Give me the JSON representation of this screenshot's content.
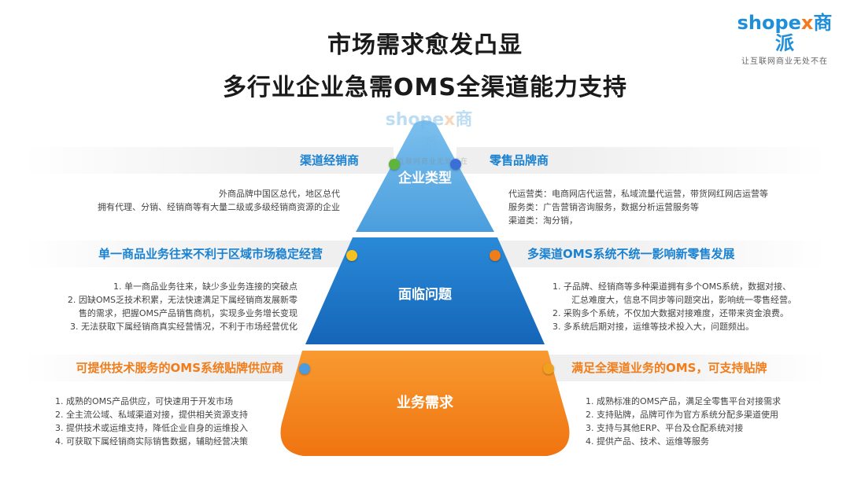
{
  "title_line1": "市场需求愈发凸显",
  "title_line2": "多行业企业急需OMS全渠道能力支持",
  "logo": {
    "brand_a": "shope",
    "brand_x": "x",
    "brand_b": "商派",
    "slogan": "让互联网商业无处不在"
  },
  "watermark": {
    "brand_a": "shope",
    "brand_x": "x",
    "brand_b": "商派",
    "slogan": "让互联网商业无处不在"
  },
  "pyramid": {
    "top": "企业类型",
    "middle": "面临问题",
    "bottom": "业务需求"
  },
  "colors": {
    "top_tier": "#52a7e0",
    "middle_tier": "#1f7fd0",
    "bottom_tier": "#f5881f",
    "dot_green": "#5fb43a",
    "dot_blue": "#3a6fd8",
    "dot_yellow": "#f5c21f",
    "dot_orange": "#f07d1a",
    "dot_lightblue": "#4a9be0",
    "dot_gold": "#f0a020"
  },
  "tier1": {
    "left_head": "渠道经销商",
    "left_lines": [
      "外商品牌中国区总代，地区总代",
      "拥有代理、分销、经销商等有大量二级或多级经销商资源的企业"
    ],
    "right_head": "零售品牌商",
    "right_lines": [
      "代运营类：电商网店代运营，私域流量代运营，带货网红网店运营等",
      "服务类：广告营销咨询服务，数据分析运营服务等",
      "渠道类：淘分销，"
    ]
  },
  "tier2": {
    "left_head": "单一商品业务往来不利于区域市场稳定经营",
    "left_lines": [
      "1.   单一商品业务往来，缺少多业务连接的突破点",
      "2.   因缺OMS乏技术积累，无法快速满足下属经销商发展新零",
      "售的需求，把握OMS产品销售商机，实现多业务增长变现",
      "3.   无法获取下属经销商真实经营情况，不利于市场经营优化"
    ],
    "right_head": "多渠道OMS系统不统一影响新零售发展",
    "right_lines": [
      "1.   子品牌、经销商等多种渠道拥有多个OMS系统，数据对接、",
      "汇总难度大，信息不同步等问题突出，影响统一零售经营。",
      "2.   采购多个系统，不仅加大数据对接难度，还带来资金浪费。",
      "3.   多系统后期对接，运维等技术投入大，问题频出。"
    ]
  },
  "tier3": {
    "left_head": "可提供技术服务的OMS系统贴牌供应商",
    "left_lines": [
      "1.   成熟的OMS产品供应，可快速用于开发市场",
      "2.   全主流公域、私域渠道对接，提供相关资源支持",
      "3.   提供技术或运维支持，降低企业自身的运维投入",
      "4.   可获取下属经销商实际销售数据，辅助经营决策"
    ],
    "right_head": "满足全渠道业务的OMS，可支持贴牌",
    "right_lines": [
      "1.   成熟标准的OMS产品，满足全零售平台对接需求",
      "2.   支持贴牌，品牌可作为官方系统分配多渠道使用",
      "3.   支持与其他ERP、平台及仓配系统对接",
      "4.   提供产品、技术、运维等服务"
    ]
  }
}
